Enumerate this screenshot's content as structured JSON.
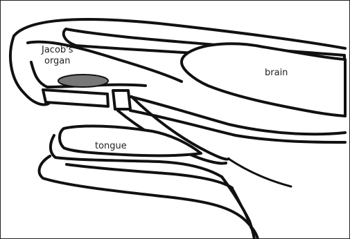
{
  "labels": {
    "jacobs_organ_line1": "Jacob's",
    "jacobs_organ_line2": "organ",
    "brain": "brain",
    "tongue": "tongue"
  },
  "colors": {
    "line": "#111111",
    "organ_fill": "#777777",
    "background": "#ffffff"
  }
}
